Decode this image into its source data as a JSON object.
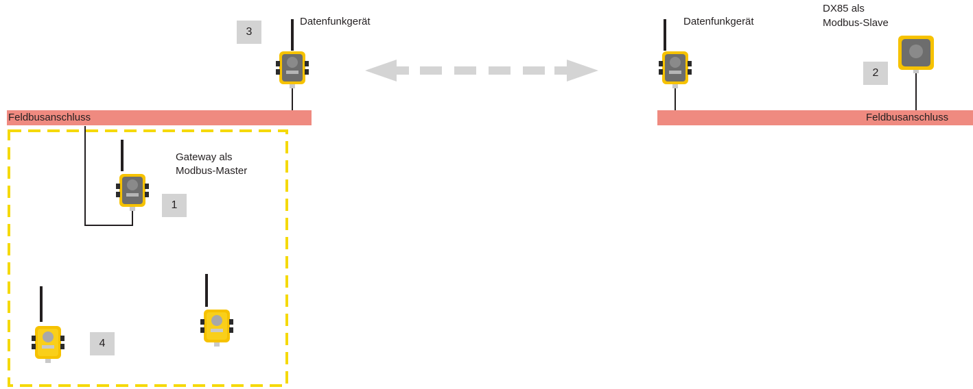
{
  "left_network": {
    "bus_label": "Feldbusanschluss",
    "radio_label": "Datenfunkgerät",
    "radio_number": "3",
    "gateway_label_line1": "Gateway als",
    "gateway_label_line2": "Modbus-Master",
    "gateway_number": "1",
    "nodes_number": "4"
  },
  "right_network": {
    "bus_label": "Feldbusanschluss",
    "radio_label": "Datenfunkgerät",
    "slave_label_line1": "DX85 als",
    "slave_label_line2": "Modbus-Slave",
    "slave_number": "2"
  },
  "colors": {
    "bus": "#ef8a80",
    "wireless_zone_border": "#f5d90a",
    "arrow": "#d4d4d4",
    "number_box": "#d3d3d3",
    "device_yellow": "#f6c200",
    "device_gray": "#6d6d6d"
  },
  "icons": {
    "radio": "data-radio-icon",
    "gateway": "gateway-icon",
    "node": "node-icon",
    "slave": "dx85-slave-icon",
    "arrow": "bidirectional-dashed-arrow"
  }
}
